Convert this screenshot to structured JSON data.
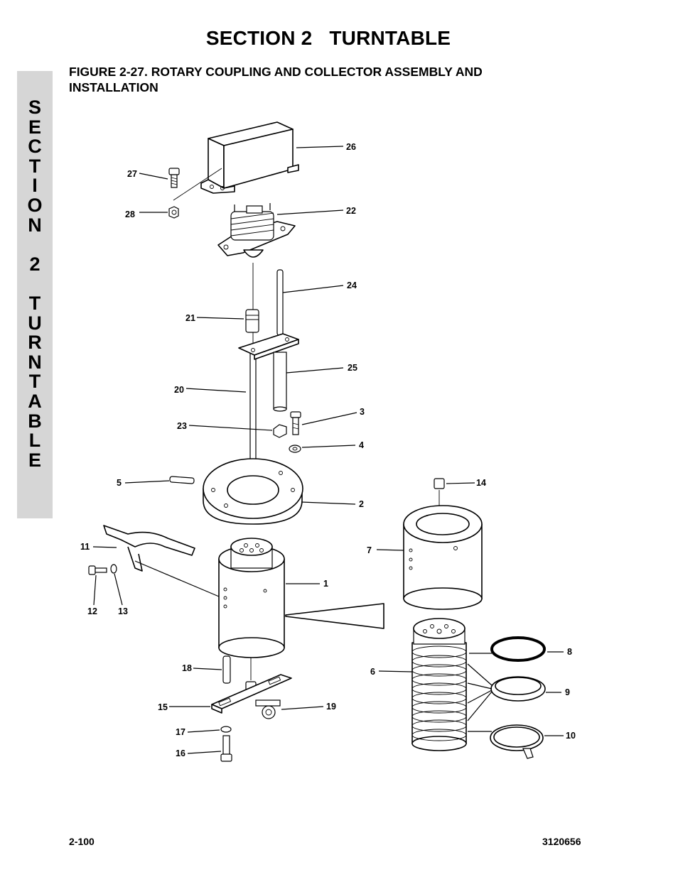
{
  "header": {
    "section_title": "SECTION 2   TURNTABLE",
    "figure_title": "FIGURE 2-27.  ROTARY COUPLING AND COLLECTOR ASSEMBLY AND INSTALLATION"
  },
  "side_tab": {
    "text": "S\nE\nC\nT\nI\nO\nN\n\n2\n\nT\nU\nR\nN\nT\nA\nB\nL\nE"
  },
  "callouts": {
    "c1": "1",
    "c2": "2",
    "c3": "3",
    "c4": "4",
    "c5": "5",
    "c6": "6",
    "c7": "7",
    "c8": "8",
    "c9": "9",
    "c10": "10",
    "c11": "11",
    "c12": "12",
    "c13": "13",
    "c14": "14",
    "c15": "15",
    "c16": "16",
    "c17": "17",
    "c18": "18",
    "c19": "19",
    "c20": "20",
    "c21": "21",
    "c22": "22",
    "c23": "23",
    "c24": "24",
    "c25": "25",
    "c26": "26",
    "c27": "27",
    "c28": "28"
  },
  "footer": {
    "page_number": "2-100",
    "document_number": "3120656"
  },
  "colors": {
    "side_tab_background": "#d6d6d6",
    "ink": "#000000"
  }
}
